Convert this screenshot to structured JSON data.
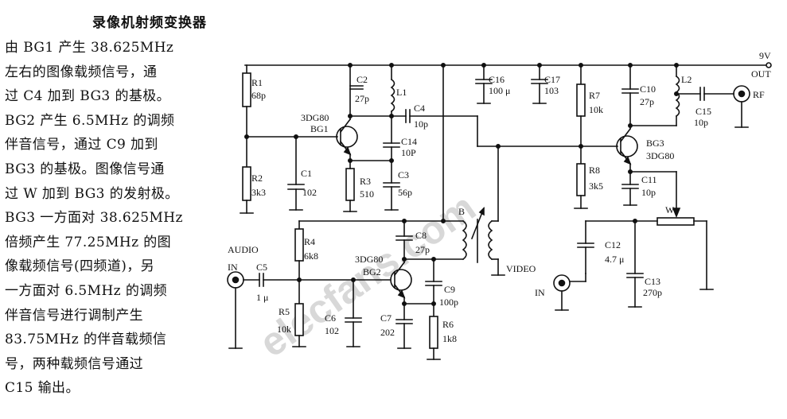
{
  "document": {
    "title": "录像机射频变换器",
    "lines": [
      "由 BG1 产生 38.625MHz",
      "左右的图像载频信号，通",
      "过 C4 加到 BG3 的基极。",
      "BG2 产生 6.5MHz 的调频",
      "伴音信号，通过 C9 加到",
      "BG3 的基极。图像信号通",
      "过 W 加到 BG3 的发射极。",
      "BG3 一方面对 38.625MHz",
      "倍频产生 77.25MHz 的图",
      "像载频信号(四频道)，另",
      "一方面对 6.5MHz 的调频",
      "伴音信号进行调制产生",
      "83.75MHz 的伴音载频信",
      "号，两种载频信号通过",
      "C15 输出。"
    ]
  },
  "watermark": "elecfans.com",
  "schematic": {
    "labels": {
      "supply": "9V",
      "out": "OUT",
      "rf": "RF",
      "audio": "AUDIO",
      "audio_in": "IN",
      "video": "VIDEO",
      "video_in": "IN",
      "B": "B",
      "W": "W",
      "bg1_type": "3DG80",
      "bg1": "BG1",
      "bg2_type": "3DG80",
      "bg2": "BG2",
      "bg3": "BG3",
      "bg3_type": "3DG80",
      "L1": "L1",
      "L2": "L2",
      "R1": "R1",
      "R1v": "68p",
      "R2": "R2",
      "R2v": "3k3",
      "R3": "R3",
      "R3v": "510",
      "R4": "R4",
      "R4v": "6k8",
      "R5": "R5",
      "R5v": "10k",
      "R6": "R6",
      "R6v": "1k8",
      "R7": "R7",
      "R7v": "10k",
      "R8": "R8",
      "R8v": "3k5",
      "C1": "C1",
      "C1v": "102",
      "C2": "C2",
      "C2v": "27p",
      "C3": "C3",
      "C3v": "56p",
      "C4": "C4",
      "C4v": "10p",
      "C5": "C5",
      "C5v": "1 μ",
      "C6": "C6",
      "C6v": "102",
      "C7": "C7",
      "C7v": "202",
      "C8": "C8",
      "C8v": "27p",
      "C9": "C9",
      "C9v": "100p",
      "C10": "C10",
      "C10v": "27p",
      "C11": "C11",
      "C11v": "10p",
      "C12": "C12",
      "C12v": "4.7 μ",
      "C13": "C13",
      "C13v": "270p",
      "C14": "C14",
      "C14v": "10P",
      "C15": "C15",
      "C15v": "10p",
      "C16": "C16",
      "C16v": "100 μ",
      "C17": "C17",
      "C17v": "103"
    }
  }
}
